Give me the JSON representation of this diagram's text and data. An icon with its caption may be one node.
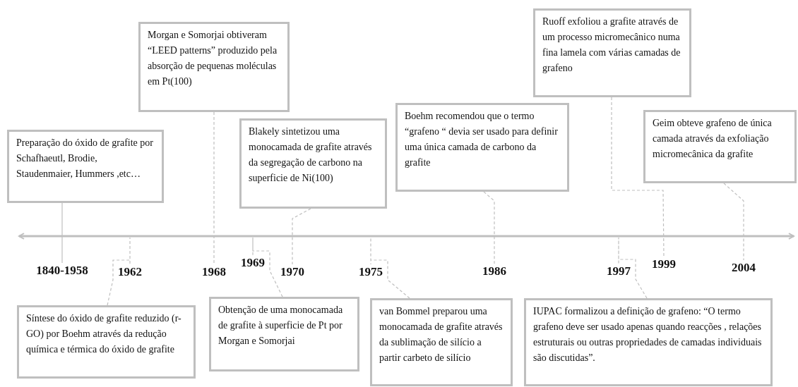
{
  "diagram": {
    "nodes": [
      {
        "text": [
          "Morgan e Somorjai obtiveram “LEED patterns” produzido pela absorção de pequenas moléculas em Pt(100)"
        ]
      },
      {
        "text": [
          "Ruoff exfoliou a grafite através de um processo micromecânico numa fina lamela com várias camadas de grafeno"
        ]
      },
      {
        "text": [
          "Preparação do óxido de grafite por Schafhaeutl, Brodie, Staudenmaier, Hummers ,etc…"
        ]
      },
      {
        "text": [
          "Boehm recomendou que o termo “grafeno “ devia ser usado para definir uma única camada de carbono da grafite"
        ]
      },
      {
        "text": [
          "Blakely sintetizou uma monocamada de grafite através da segregação de carbono na superficie de Ni(100)"
        ]
      },
      {
        "text": [
          "Geim obteve grafeno de única camada através da exfoliação micromecânica da grafite"
        ]
      },
      {
        "text": [
          "1840-1958"
        ]
      },
      {
        "text": [
          "1962"
        ]
      },
      {
        "text": [
          "1968"
        ]
      },
      {
        "text": [
          "1969"
        ]
      },
      {
        "text": [
          "1970"
        ]
      },
      {
        "text": [
          "1975"
        ]
      },
      {
        "text": [
          "1986"
        ]
      },
      {
        "text": [
          "1997"
        ]
      },
      {
        "text": [
          "1999"
        ]
      },
      {
        "text": [
          "2004"
        ]
      },
      {
        "text": [
          "Síntese do óxido de grafite reduzido (r-GO) por Boehm através da redução química e térmica do óxido de grafite"
        ]
      },
      {
        "text": [
          "Obtenção de uma monocamada de grafite à superficie de Pt por Morgan e Somorjai"
        ]
      },
      {
        "text": [
          "van Bommel preparou uma monocamada de grafite através da sublimação de silício a partir carbeto de silício"
        ]
      },
      {
        "text": [
          "IUPAC formalizou a definição de grafeno: “O termo grafeno deve ser usado apenas quando reacções , relações estruturais ou outras propriedades de camadas individuais são discutidas”."
        ]
      }
    ],
    "edges": [
      {
        "from": 2,
        "to": 6,
        "arrow": "none"
      },
      {
        "from": 16,
        "to": 7,
        "arrow": "none",
        "style": "dashed"
      },
      {
        "from": 0,
        "to": 8,
        "arrow": "none",
        "style": "dashed"
      },
      {
        "from": 17,
        "to": 9,
        "arrow": "none",
        "style": "dashed"
      },
      {
        "from": 4,
        "to": 10,
        "arrow": "none",
        "style": "dashed"
      },
      {
        "from": 18,
        "to": 11,
        "arrow": "none",
        "style": "dashed"
      },
      {
        "from": 3,
        "to": 12,
        "arrow": "none",
        "style": "dashed"
      },
      {
        "from": 19,
        "to": 13,
        "arrow": "none",
        "style": "dashed"
      },
      {
        "from": 1,
        "to": 14,
        "arrow": "none",
        "style": "dashed"
      },
      {
        "from": 5,
        "to": 15,
        "arrow": "none",
        "style": "dashed"
      }
    ]
  }
}
